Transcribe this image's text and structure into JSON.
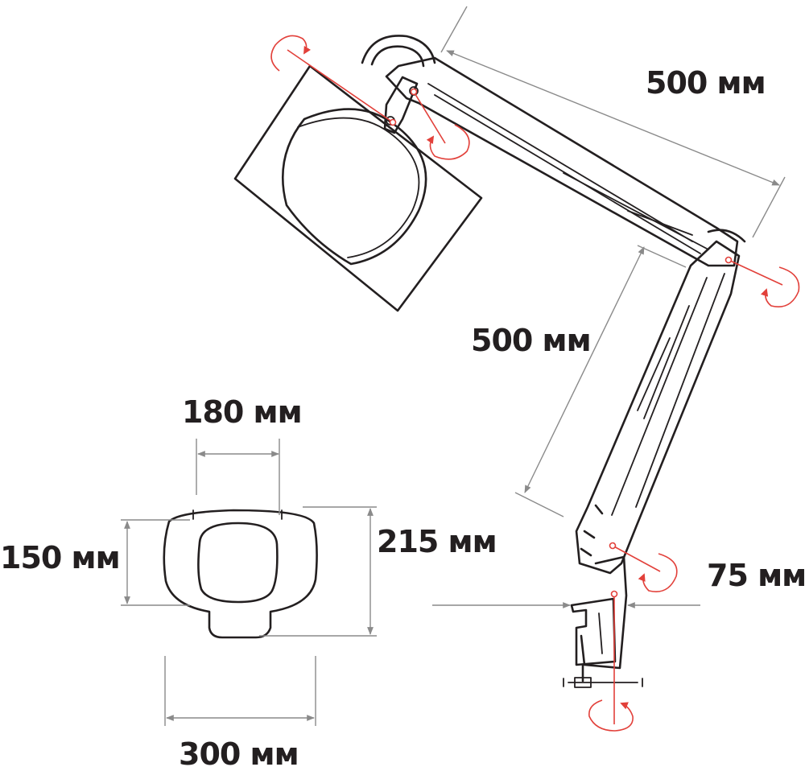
{
  "dimensions": {
    "upper_arm_length": "500 мм",
    "lower_arm_length": "500 мм",
    "lens_width": "180 мм",
    "head_height": "150 мм",
    "head_total_height": "215 мм",
    "head_width": "300 мм",
    "clamp_opening": "75 мм"
  },
  "colors": {
    "outline": "#231f20",
    "dimension_line": "#8a8a8a",
    "rotation_marker": "#e2403a"
  }
}
